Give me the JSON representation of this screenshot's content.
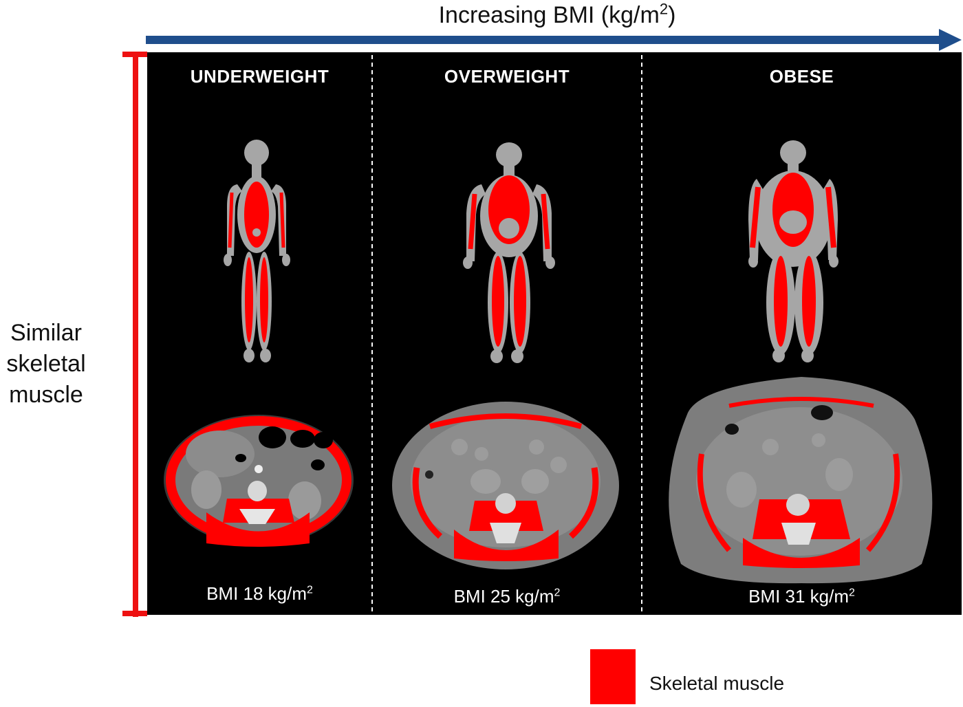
{
  "header": {
    "axis_title": "Increasing BMI (kg/m",
    "axis_title_sup": "2",
    "axis_title_end": ")"
  },
  "side_label": {
    "line1": "Similar",
    "line2": "skeletal",
    "line3": "muscle"
  },
  "panels": [
    {
      "category": "UNDERWEIGHT",
      "bmi_prefix": "BMI  18 kg/m",
      "bmi_sup": "2"
    },
    {
      "category": "OVERWEIGHT",
      "bmi_prefix": "BMI  25 kg/m",
      "bmi_sup": "2"
    },
    {
      "category": "OBESE",
      "bmi_prefix": "BMI  31 kg/m",
      "bmi_sup": "2"
    }
  ],
  "legend": {
    "label": "Skeletal muscle"
  },
  "colors": {
    "muscle": "#ff0000",
    "arrow": "#1f4e8c",
    "panel_bg": "#000000",
    "body_silhouette": "#a6a6a6",
    "bracket": "#ee1111"
  }
}
